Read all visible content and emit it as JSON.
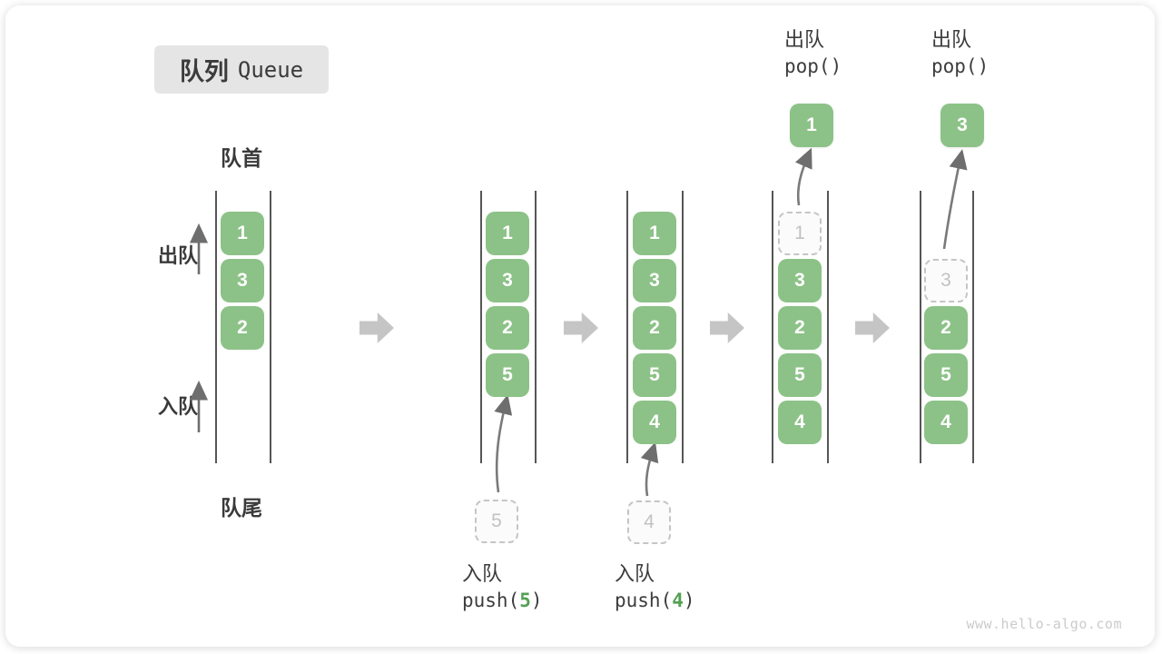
{
  "title": {
    "zh": "队列",
    "en": "Queue"
  },
  "side_labels": {
    "front": "队首",
    "rear": "队尾",
    "dequeue": "出队",
    "enqueue": "入队"
  },
  "columns": [
    {
      "cells": [
        {
          "v": "1"
        },
        {
          "v": "3"
        },
        {
          "v": "2"
        }
      ]
    },
    {
      "cells": [
        {
          "v": "1"
        },
        {
          "v": "3"
        },
        {
          "v": "2"
        },
        {
          "v": "5"
        }
      ],
      "incoming": "5",
      "caption_action": "入队",
      "caption_fn": "push(",
      "caption_arg": "5",
      "caption_close": ")"
    },
    {
      "cells": [
        {
          "v": "1"
        },
        {
          "v": "3"
        },
        {
          "v": "2"
        },
        {
          "v": "5"
        },
        {
          "v": "4"
        }
      ],
      "incoming": "4",
      "caption_action": "入队",
      "caption_fn": "push(",
      "caption_arg": "4",
      "caption_close": ")"
    },
    {
      "cells": [
        {
          "v": "1",
          "ghost": true
        },
        {
          "v": "3"
        },
        {
          "v": "2"
        },
        {
          "v": "5"
        },
        {
          "v": "4"
        }
      ],
      "outgoing": "1",
      "header_action": "出队",
      "header_code": "pop()"
    },
    {
      "cells": [
        {
          "v": "3",
          "ghost": true
        },
        {
          "v": "2"
        },
        {
          "v": "5"
        },
        {
          "v": "4"
        }
      ],
      "outgoing": "3",
      "header_action": "出队",
      "header_code": "pop()"
    }
  ],
  "watermark": "www.hello-algo.com",
  "colors": {
    "box_green": "#8cc287",
    "accent_green": "#55a054",
    "rail_dark": "#565656",
    "block_arrow_gray": "#c5c5c5",
    "curve_arrow_gray": "#7a7a7a",
    "ghost_border": "#c5c5c5",
    "badge_bg": "#e5e5e5",
    "text_dark": "#3c3c3c",
    "watermark_gray": "#cbcbcb"
  }
}
